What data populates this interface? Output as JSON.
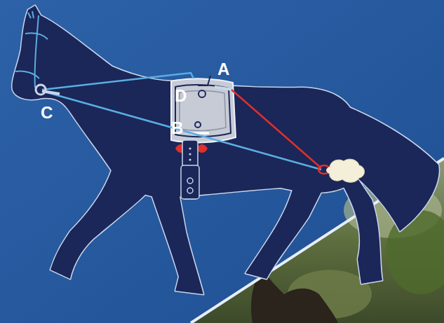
{
  "diagram": {
    "labels": [
      "A",
      "D",
      "B",
      "C"
    ]
  }
}
